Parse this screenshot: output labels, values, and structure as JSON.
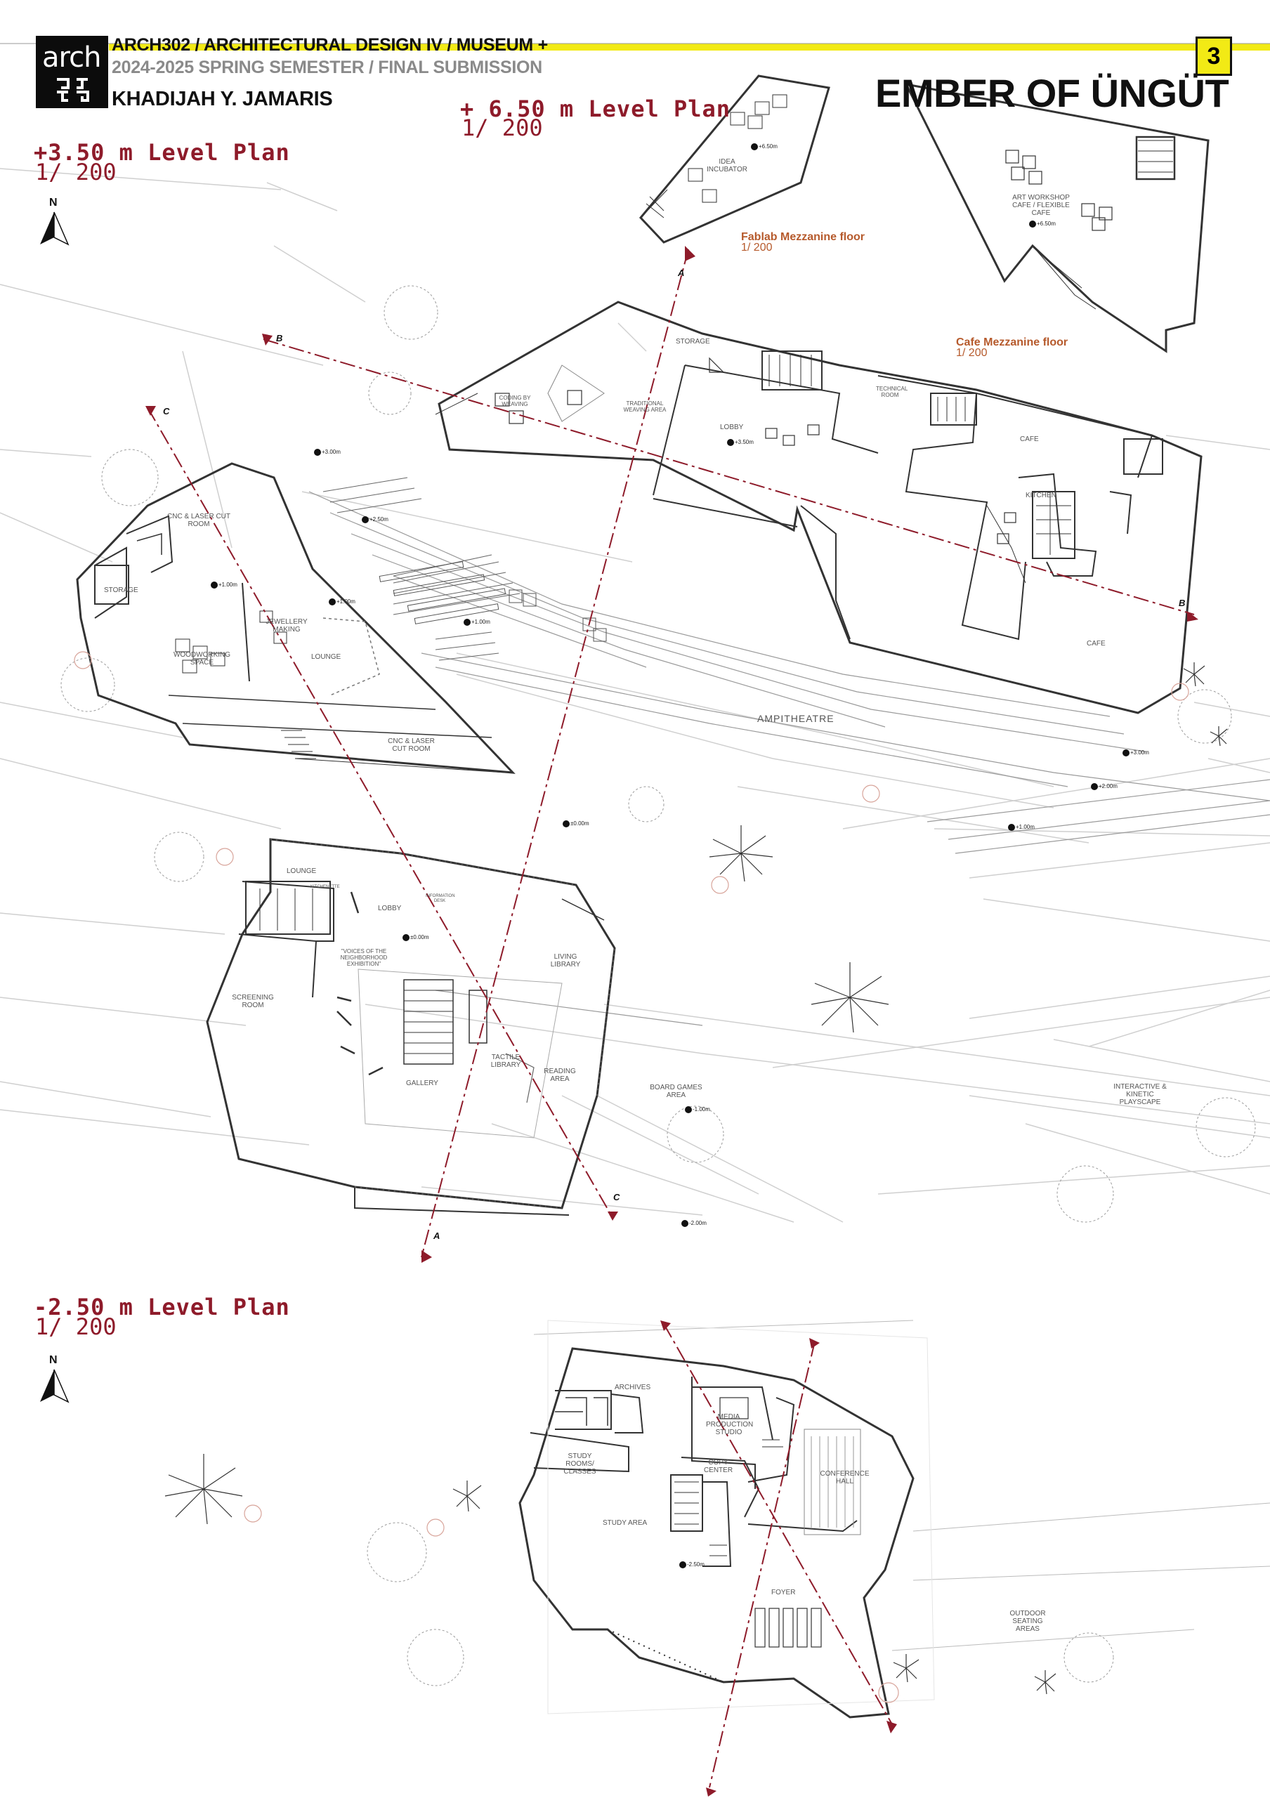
{
  "header": {
    "course_line": "ARCH302 / ARCHITECTURAL DESIGN IV / MUSEUM +",
    "semester_line": "2024-2025 SPRING SEMESTER / FINAL SUBMISSION",
    "author": "KHADIJAH Y. JAMARIS",
    "logo_text": "arch",
    "page_number": "3",
    "project_title": "EMBER OF ÜNGÜT"
  },
  "colors": {
    "accent_red": "#8e1b2a",
    "mezzanine_orange": "#b65a2c",
    "header_bar_yellow": "#f2ea15"
  },
  "plans": {
    "plan_350": {
      "title": "+3.50 m Level Plan",
      "scale": "1/ 200"
    },
    "plan_650": {
      "title": "+ 6.50 m Level Plan",
      "scale": "1/ 200"
    },
    "plan_m250": {
      "title": "-2.50 m Level Plan",
      "scale": "1/ 200"
    },
    "fablab_mezz": {
      "title": "Fablab Mezzanine floor",
      "scale": "1/ 200"
    },
    "cafe_mezz": {
      "title": "Cafe Mezzanine floor",
      "scale": "1/ 200"
    }
  },
  "north_label": "N",
  "rooms": {
    "idea_incubator": "IDEA INCUBATOR",
    "art_workshop": "ART WORKSHOP CAFE / FLEXIBLE CAFE",
    "storage_top": "STORAGE",
    "coding_weaving": "CODING BY WEAVING",
    "traditional_weaving": "TRADITIONAL WEAVING AREA",
    "lobby_top": "LOBBY",
    "technical_room": "TECHNICAL ROOM",
    "cafe_1": "CAFE",
    "kitchen": "KITCHEN",
    "cafe_2": "CAFE",
    "cnc_1": "CNC & LASER CUT ROOM",
    "storage_left": "STORAGE",
    "jewellery": "JEWELLERY MAKING",
    "woodworking": "WOODWORKING SPACE",
    "lounge_left": "LOUNGE",
    "cnc_2": "CNC & LASER CUT ROOM",
    "ampitheatre": "AMPITHEATRE",
    "lounge_mid": "LOUNGE",
    "kitchenette": "KITCHENETTE",
    "lobby_mid": "LOBBY",
    "info_desk": "INFORMATION DESK",
    "voices": "\"VOICES OF THE NEIGHBORHOOD EXHIBITION\"",
    "living_library": "LIVING LIBRARY",
    "screening": "SCREENING ROOM",
    "tactile_library": "TACTILE LIBRARY",
    "reading_area": "READING AREA",
    "gallery": "GALLERY",
    "board_games": "BOARD GAMES AREA",
    "playscape": "INTERACTIVE & KINETIC PLAYSCAPE",
    "archives": "ARCHIVES",
    "media_production": "MEDIA PRODUCTION STUDIO",
    "study_rooms": "STUDY ROOMS/ CLASSES",
    "copy_center": "COPY CENTER",
    "conference_hall": "CONFERENCE HALL",
    "study_area": "STUDY AREA",
    "foyer": "FOYER",
    "outdoor_seating": "OUTDOOR SEATING AREAS"
  },
  "levels": {
    "l650_a": "+6.50m",
    "l650_b": "+6.50m",
    "l300_a": "+3.00m",
    "l250_a": "+2.50m",
    "l100_a": "+1.00m",
    "l100_b": "+1.00m",
    "l100_c": "+1.00m",
    "l350_lobby": "+3.50m",
    "l300_b": "+3.00m",
    "l200_b": "+2.00m",
    "l100_d": "+1.00m",
    "l000_a": "±0.00m",
    "l000_b": "±0.00m",
    "l100_e": "-1.00m",
    "l200_c": "-2.00m",
    "l250_bottom": "-2.50m"
  },
  "section_marks": {
    "a": "A",
    "b": "B",
    "c": "C"
  }
}
